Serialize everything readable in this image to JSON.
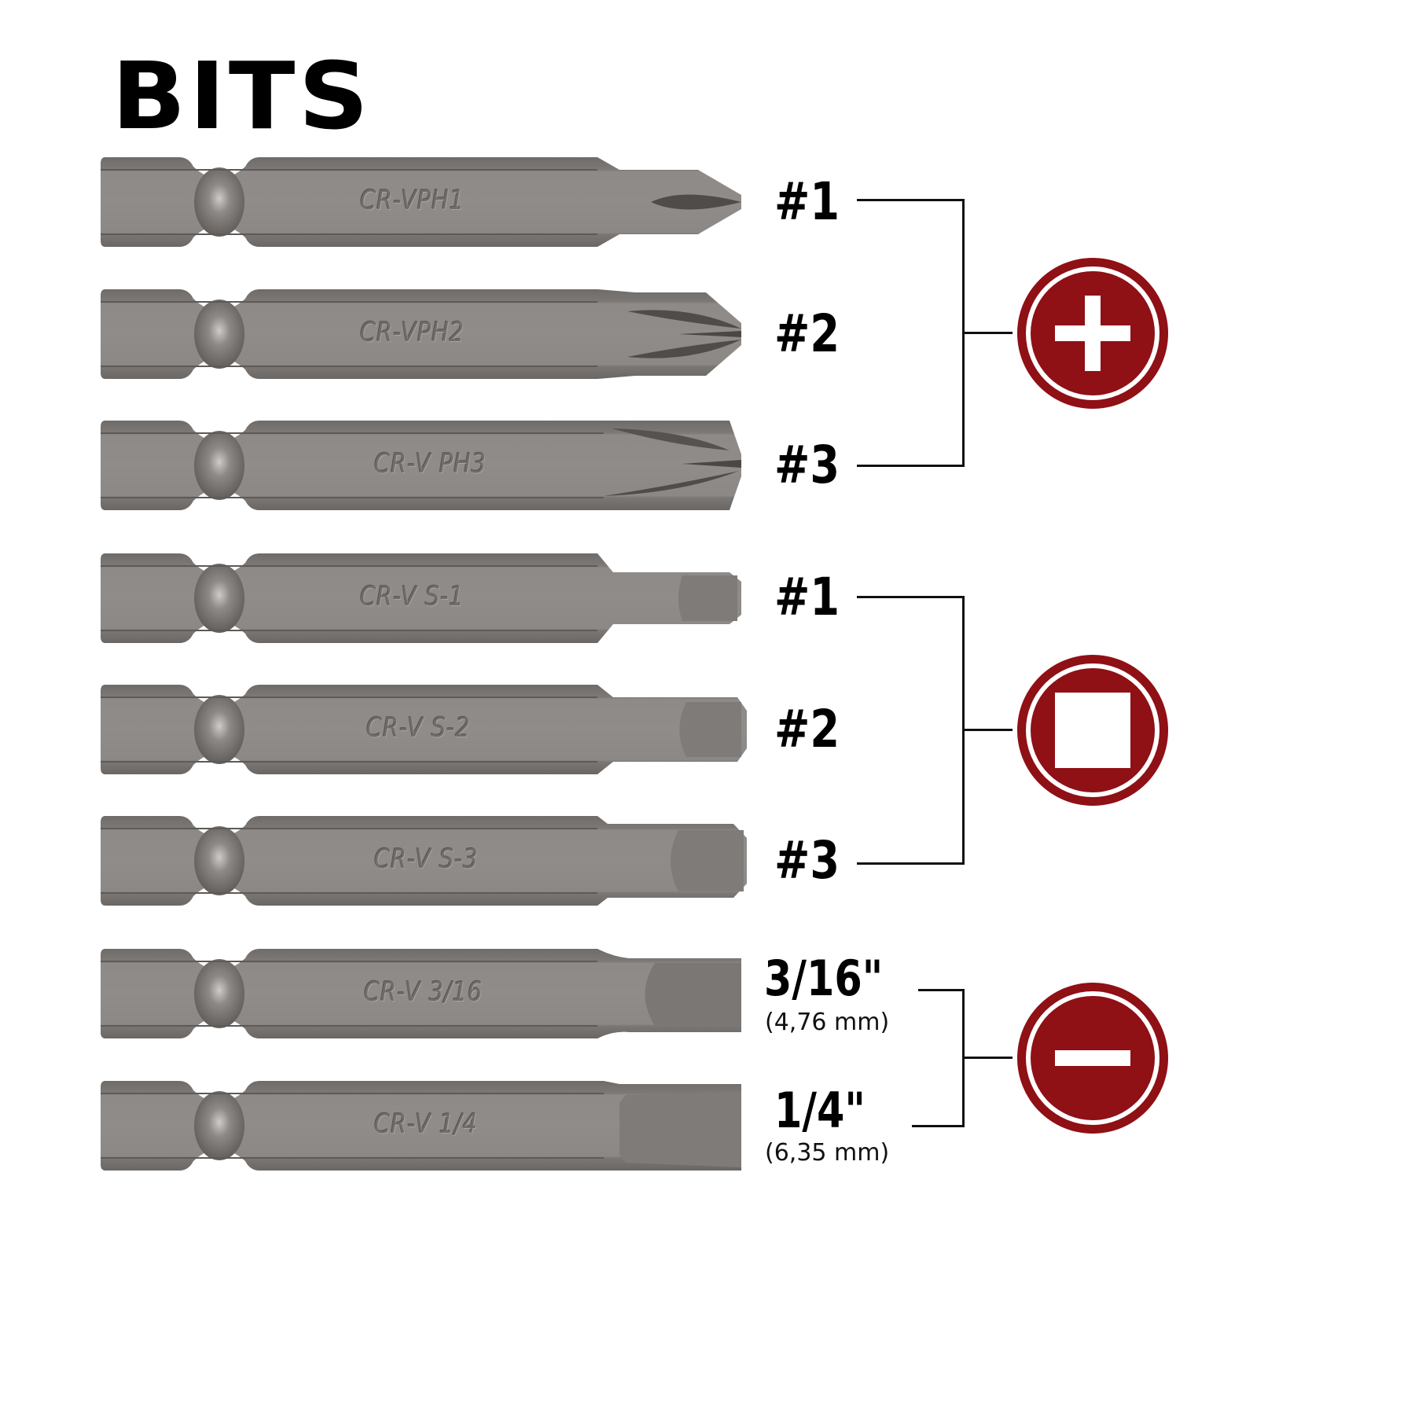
{
  "title": "BITS",
  "colors": {
    "accent": "#8f1015",
    "steel": "#8a8784",
    "steel_dark": "#5f5c59",
    "steel_light": "#a8a5a1",
    "text": "#000000"
  },
  "groups": [
    {
      "type": "phillips",
      "icon": "plus-icon",
      "bits": [
        {
          "engraving": "CR-VPH1",
          "label": "#1",
          "tip": "phillips"
        },
        {
          "engraving": "CR-VPH2",
          "label": "#2",
          "tip": "phillips"
        },
        {
          "engraving": "CR-V PH3",
          "label": "#3",
          "tip": "phillips"
        }
      ]
    },
    {
      "type": "square",
      "icon": "square-icon",
      "bits": [
        {
          "engraving": "CR-V S-1",
          "label": "#1",
          "tip": "square"
        },
        {
          "engraving": "CR-V S-2",
          "label": "#2",
          "tip": "square"
        },
        {
          "engraving": "CR-V S-3",
          "label": "#3",
          "tip": "square"
        }
      ]
    },
    {
      "type": "slotted",
      "icon": "minus-icon",
      "bits": [
        {
          "engraving": "CR-V 3/16",
          "label": "3/16\"",
          "sublabel": "(4,76 mm)",
          "tip": "slotted"
        },
        {
          "engraving": "CR-V 1/4",
          "label": "1/4\"",
          "sublabel": "(6,35 mm)",
          "tip": "slotted"
        }
      ]
    }
  ]
}
